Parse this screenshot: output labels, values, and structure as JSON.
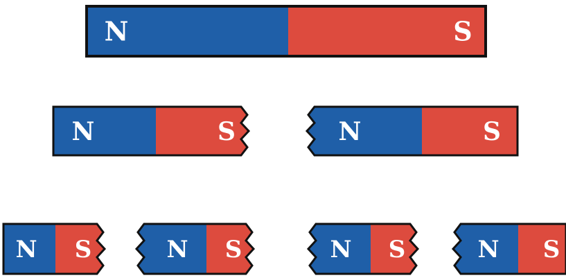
{
  "colors": {
    "north": "#1f5fa8",
    "south": "#dd4b3e",
    "outline": "#111111",
    "label": "#ffffff"
  },
  "magnets": [
    {
      "row": 1,
      "north_label": "N",
      "south_label": "S",
      "left_edge": "straight",
      "right_edge": "straight"
    },
    {
      "row": 2,
      "north_label": "N",
      "south_label": "S",
      "left_edge": "straight",
      "right_edge": "broken"
    },
    {
      "row": 2,
      "north_label": "N",
      "south_label": "S",
      "left_edge": "broken",
      "right_edge": "straight"
    },
    {
      "row": 3,
      "north_label": "N",
      "south_label": "S",
      "left_edge": "straight",
      "right_edge": "broken"
    },
    {
      "row": 3,
      "north_label": "N",
      "south_label": "S",
      "left_edge": "broken",
      "right_edge": "broken"
    },
    {
      "row": 3,
      "north_label": "N",
      "south_label": "S",
      "left_edge": "broken",
      "right_edge": "broken"
    },
    {
      "row": 3,
      "north_label": "N",
      "south_label": "S",
      "left_edge": "broken",
      "right_edge": "straight"
    }
  ]
}
